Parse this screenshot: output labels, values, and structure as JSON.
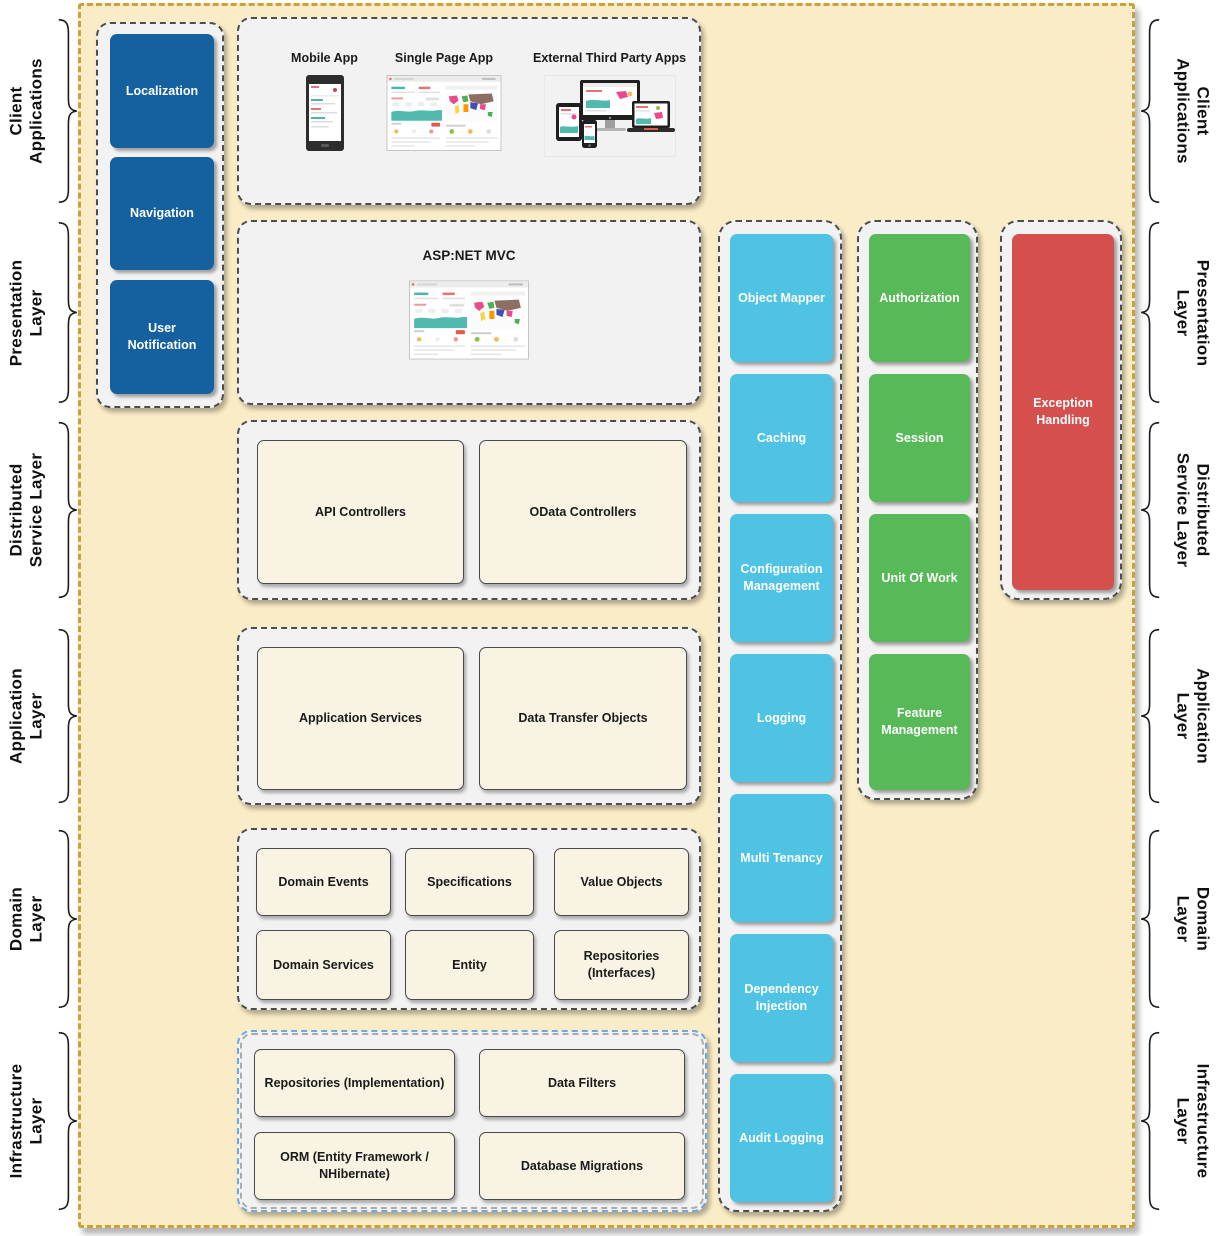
{
  "layers": [
    {
      "label": "Client\nApplications"
    },
    {
      "label": "Presentation\nLayer"
    },
    {
      "label": "Distributed\nService Layer"
    },
    {
      "label": "Application\nLayer"
    },
    {
      "label": "Domain\nLayer"
    },
    {
      "label": "Infrastructure\nLayer"
    }
  ],
  "client_modules": {
    "items": [
      {
        "label": "Localization"
      },
      {
        "label": "Navigation"
      },
      {
        "label": "User\nNotification"
      }
    ]
  },
  "client_apps": {
    "items": [
      {
        "label": "Mobile App"
      },
      {
        "label": "Single Page App"
      },
      {
        "label": "External Third Party Apps"
      }
    ]
  },
  "presentation": {
    "title": "ASP:NET MVC"
  },
  "distributed_service": {
    "items": [
      {
        "label": "API Controllers"
      },
      {
        "label": "OData Controllers"
      }
    ]
  },
  "application_layer": {
    "items": [
      {
        "label": "Application Services"
      },
      {
        "label": "Data Transfer Objects"
      }
    ]
  },
  "domain_layer": {
    "items": [
      {
        "label": "Domain Events"
      },
      {
        "label": "Specifications"
      },
      {
        "label": "Value Objects"
      },
      {
        "label": "Domain Services"
      },
      {
        "label": "Entity"
      },
      {
        "label": "Repositories\n(Interfaces)"
      }
    ]
  },
  "infrastructure_layer": {
    "items": [
      {
        "label": "Repositories (Implementation)"
      },
      {
        "label": "Data Filters"
      },
      {
        "label": "ORM (Entity Framework /\nNHibernate)"
      },
      {
        "label": "Database Migrations"
      }
    ]
  },
  "cross_cutting_concerns": {
    "items": [
      {
        "label": "Object Mapper"
      },
      {
        "label": "Caching"
      },
      {
        "label": "Configuration\nManagement"
      },
      {
        "label": "Logging"
      },
      {
        "label": "Multi Tenancy"
      },
      {
        "label": "Dependency\nInjection"
      },
      {
        "label": "Audit Logging"
      }
    ]
  },
  "framework_services": {
    "items": [
      {
        "label": "Authorization"
      },
      {
        "label": "Session"
      },
      {
        "label": "Unit Of Work"
      },
      {
        "label": "Feature\nManagement"
      }
    ]
  },
  "exception_handling": {
    "label": "Exception\nHandling"
  },
  "colors": {
    "background": "#FAECC6",
    "outer_border": "#C9A23E",
    "panel": "#F2F2F2",
    "blue_box": "#15619F",
    "cyan_box": "#4EC3E3",
    "green_box": "#57B957",
    "red_box": "#D5504C",
    "cream_box": "#F8F3E3",
    "infrastructure_border": "#6FA8DC"
  }
}
